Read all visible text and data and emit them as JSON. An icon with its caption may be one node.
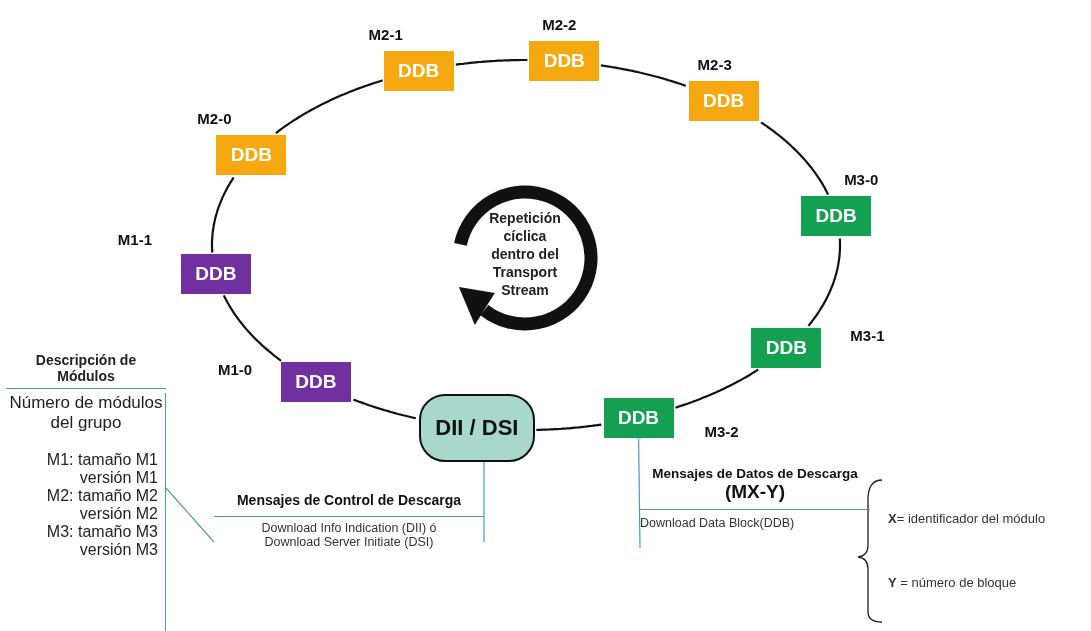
{
  "diagram": {
    "nodes": [
      {
        "text": [
          "DII / DSI"
        ]
      },
      {
        "text": [
          "DDB"
        ],
        "beside": [
          "M1-0"
        ]
      },
      {
        "text": [
          "DDB"
        ],
        "beside": [
          "M1-1"
        ]
      },
      {
        "text": [
          "DDB"
        ],
        "beside": [
          "M2-0"
        ]
      },
      {
        "text": [
          "DDB"
        ],
        "beside": [
          "M2-1"
        ]
      },
      {
        "text": [
          "DDB"
        ],
        "beside": [
          "M2-2"
        ]
      },
      {
        "text": [
          "DDB"
        ],
        "beside": [
          "M2-3"
        ]
      },
      {
        "text": [
          "DDB"
        ],
        "beside": [
          "M3-0"
        ]
      },
      {
        "text": [
          "DDB"
        ],
        "beside": [
          "M3-1"
        ]
      },
      {
        "text": [
          "DDB"
        ],
        "beside": [
          "M3-2"
        ]
      },
      {
        "text": [
          "Descripción de Módulos",
          "Número de módulos del grupo",
          "M1: tamaño M1 versión M1",
          "M2: tamaño M2 versión M2",
          "M3: tamaño M3 versión M3"
        ]
      },
      {
        "text": [
          "Mensajes de Control de Descarga",
          "Download Info Indication (DII) ó Download Server Initiate (DSI)"
        ]
      },
      {
        "text": [
          "Mensajes de Datos de Descarga",
          "(MX-Y)",
          "Download Data Block(DDB)"
        ]
      }
    ],
    "edges": [
      {
        "from": 0,
        "to": 1,
        "arrow": "none"
      },
      {
        "from": 1,
        "to": 2,
        "arrow": "none"
      },
      {
        "from": 2,
        "to": 3,
        "arrow": "none"
      },
      {
        "from": 3,
        "to": 4,
        "arrow": "none"
      },
      {
        "from": 4,
        "to": 5,
        "arrow": "none"
      },
      {
        "from": 5,
        "to": 6,
        "arrow": "none"
      },
      {
        "from": 6,
        "to": 7,
        "arrow": "none"
      },
      {
        "from": 7,
        "to": 8,
        "arrow": "none"
      },
      {
        "from": 8,
        "to": 9,
        "arrow": "none"
      },
      {
        "from": 9,
        "to": 0,
        "arrow": "none"
      },
      {
        "from": 10,
        "to": 11,
        "arrow": "none",
        "color": "#4a9bb0"
      },
      {
        "from": 11,
        "to": 0,
        "arrow": "other",
        "color": "#4a9bb0"
      },
      {
        "from": 12,
        "to": 9,
        "arrow": "other",
        "color": "#4a9bb0"
      }
    ],
    "labels": [
      "Repetición cíclica dentro del Transport Stream",
      "**X**= identificador del módulo",
      "**Y** = número de bloque"
    ]
  }
}
